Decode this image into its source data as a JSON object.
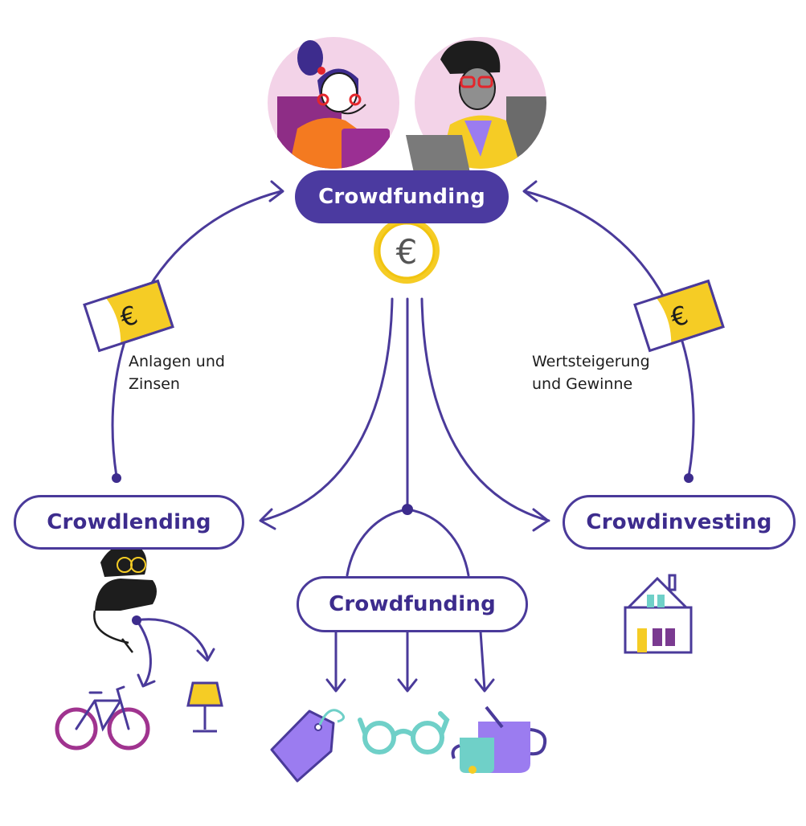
{
  "top_node": {
    "label": "Crowdfunding"
  },
  "left_node": {
    "label": "Crowdlending"
  },
  "center_node": {
    "label": "Crowdfunding"
  },
  "right_node": {
    "label": "Crowdinvesting"
  },
  "left_caption": {
    "line1": "Anlagen und",
    "line2": "Zinsen"
  },
  "right_caption": {
    "line1": "Wertsteigerung",
    "line2": "und Gewinne"
  },
  "coin_symbol": "€",
  "left_note_symbol": "€",
  "right_note_symbol": "€",
  "colors": {
    "primary": "#4b3aa0",
    "line": "#4a3a9a",
    "pink": "#f3d3e8",
    "yellow": "#f5cc25",
    "orange": "#f47a20",
    "purple_light": "#9b7cf0",
    "teal": "#6fd0c8",
    "magenta": "#a0338f"
  },
  "icons": [
    "woman-avatar-icon",
    "man-avatar-icon",
    "euro-coin-icon",
    "banknote-icon",
    "bicycle-icon",
    "lamp-icon",
    "price-tag-icon",
    "glasses-icon",
    "cups-icon",
    "house-icon",
    "woman-pointing-icon"
  ]
}
